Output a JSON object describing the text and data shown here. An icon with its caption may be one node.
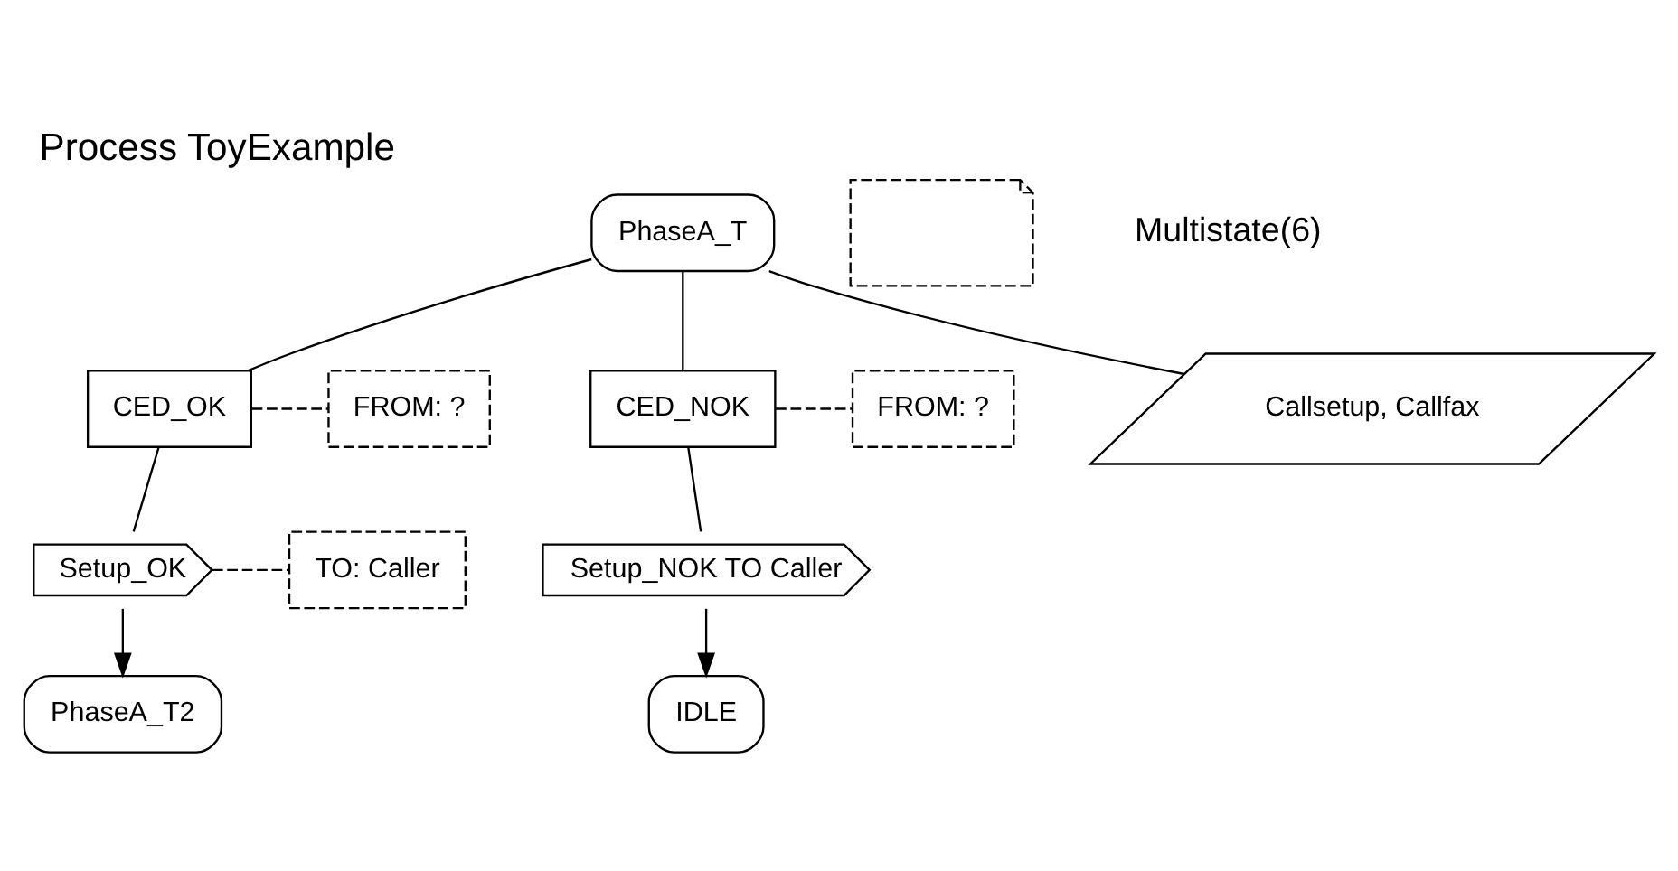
{
  "diagram": {
    "title": "Process ToyExample",
    "nodes": [
      {
        "text": [
          "PhaseA_T"
        ]
      },
      {
        "text": [],
        "shape": "note"
      },
      {
        "text": [
          "CED_OK"
        ]
      },
      {
        "text": [
          "FROM: ?"
        ]
      },
      {
        "text": [
          "Setup_OK"
        ]
      },
      {
        "text": [
          "TO: Caller"
        ]
      },
      {
        "text": [
          "PhaseA_T2"
        ]
      },
      {
        "text": [
          "CED_NOK"
        ]
      },
      {
        "text": [
          "FROM: ?"
        ]
      },
      {
        "text": [
          "Callsetup, Callfax"
        ]
      },
      {
        "text": [
          "Setup_NOK TO Caller"
        ]
      },
      {
        "text": [
          "IDLE"
        ]
      }
    ],
    "edges": [
      {
        "from": 0,
        "to": 2,
        "arrow": "none"
      },
      {
        "from": 0,
        "to": 7,
        "arrow": "none"
      },
      {
        "from": 0,
        "to": 9,
        "arrow": "none"
      },
      {
        "from": 2,
        "to": 3,
        "arrow": "none",
        "style": "dashed"
      },
      {
        "from": 2,
        "to": 4,
        "arrow": "none"
      },
      {
        "from": 4,
        "to": 5,
        "arrow": "none",
        "style": "dashed"
      },
      {
        "from": 4,
        "to": 6,
        "arrow": "to"
      },
      {
        "from": 7,
        "to": 8,
        "arrow": "none",
        "style": "dashed"
      },
      {
        "from": 7,
        "to": 10,
        "arrow": "none"
      },
      {
        "from": 10,
        "to": 11,
        "arrow": "to"
      }
    ],
    "labels": [
      "Multistate(6)"
    ]
  }
}
